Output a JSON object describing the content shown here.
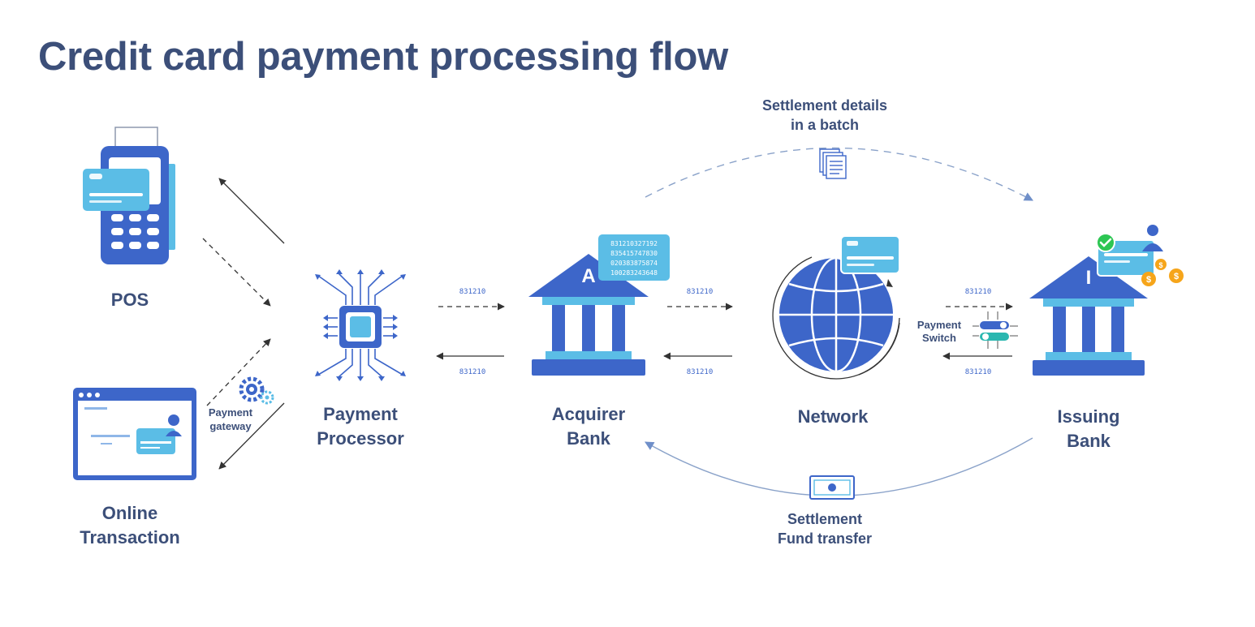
{
  "title": "Credit card payment processing flow",
  "colors": {
    "primary_blue": "#3d66c9",
    "light_blue": "#5bbde6",
    "text_navy": "#3c4f79",
    "arrow_gray": "#333333",
    "dashed_arc": "#8aa2c9",
    "success_green": "#2dc653",
    "coin_orange": "#f6a51a"
  },
  "nodes": {
    "pos": {
      "line1": "POS"
    },
    "online": {
      "line1": "Online",
      "line2": "Transaction"
    },
    "processor": {
      "line1": "Payment",
      "line2": "Processor"
    },
    "acquirer": {
      "line1": "Acquirer",
      "line2": "Bank",
      "letter": "A"
    },
    "network": {
      "line1": "Network"
    },
    "issuer": {
      "line1": "Issuing",
      "line2": "Bank",
      "letter": "I"
    }
  },
  "gateway": {
    "line1": "Payment",
    "line2": "gateway"
  },
  "payment_switch": {
    "line1": "Payment",
    "line2": "Switch"
  },
  "flow_codes": {
    "processor_to_acquirer": "831210",
    "acquirer_to_processor": "831210",
    "acquirer_to_network": "831210",
    "network_to_acquirer": "831210",
    "network_to_issuer": "831210",
    "issuer_to_network": "831210"
  },
  "acquirer_card_bits": [
    "831210327192",
    "835415747830",
    "020383875874",
    "100283243648"
  ],
  "settlement_details": {
    "line1": "Settlement details",
    "line2": "in a batch"
  },
  "settlement_fund": {
    "line1": "Settlement",
    "line2": "Fund transfer"
  },
  "icons": [
    "pos-terminal-icon",
    "browser-window-icon",
    "gears-icon",
    "cpu-chip-icon",
    "bank-building-icon",
    "globe-icon",
    "credit-card-icon",
    "document-stack-icon",
    "banknote-icon",
    "toggle-switch-icon",
    "check-badge-icon",
    "user-icon",
    "coin-icon"
  ]
}
